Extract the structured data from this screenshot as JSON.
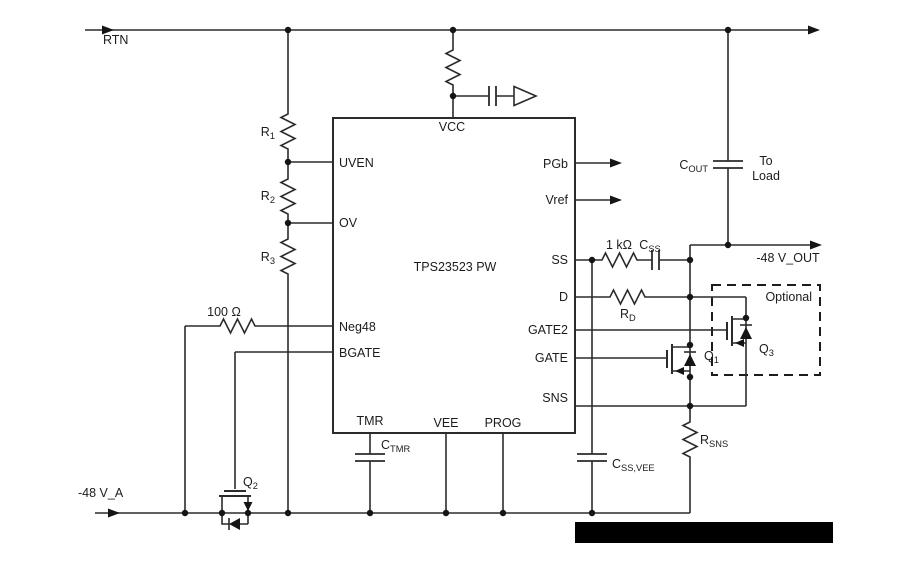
{
  "labels": {
    "rtn": "RTN",
    "vin": "-48 V_A",
    "vout": "-48 V_OUT",
    "to_load_line1": "To",
    "to_load_line2": "Load",
    "optional": "Optional",
    "r_1k": "1 kΩ",
    "r_100": "100 Ω"
  },
  "chip": {
    "name": "TPS23523 PW",
    "pins": {
      "vcc": "VCC",
      "uven": "UVEN",
      "ov": "OV",
      "neg48": "Neg48",
      "bgate": "BGATE",
      "pgb": "PGb",
      "vref": "Vref",
      "ss": "SS",
      "d": "D",
      "gate2": "GATE2",
      "gate": "GATE",
      "sns": "SNS",
      "tmr": "TMR",
      "vee": "VEE",
      "prog": "PROG"
    }
  },
  "components": {
    "r1": {
      "base": "R",
      "sub": "1"
    },
    "r2": {
      "base": "R",
      "sub": "2"
    },
    "r3": {
      "base": "R",
      "sub": "3"
    },
    "cout": {
      "base": "C",
      "sub": "OUT"
    },
    "css": {
      "base": "C",
      "sub": "SS"
    },
    "rd": {
      "base": "R",
      "sub": "D"
    },
    "rsns": {
      "base": "R",
      "sub": "SNS"
    },
    "ctmr": {
      "base": "C",
      "sub": "TMR"
    },
    "cssvee": {
      "base": "C",
      "sub": "SS,VEE"
    },
    "q1": {
      "base": "Q",
      "sub": "1"
    },
    "q2": {
      "base": "Q",
      "sub": "2"
    },
    "q3": {
      "base": "Q",
      "sub": "3"
    }
  },
  "colors": {
    "line": "#2b2b2b",
    "background": "#ffffff",
    "redaction": "#000000"
  }
}
